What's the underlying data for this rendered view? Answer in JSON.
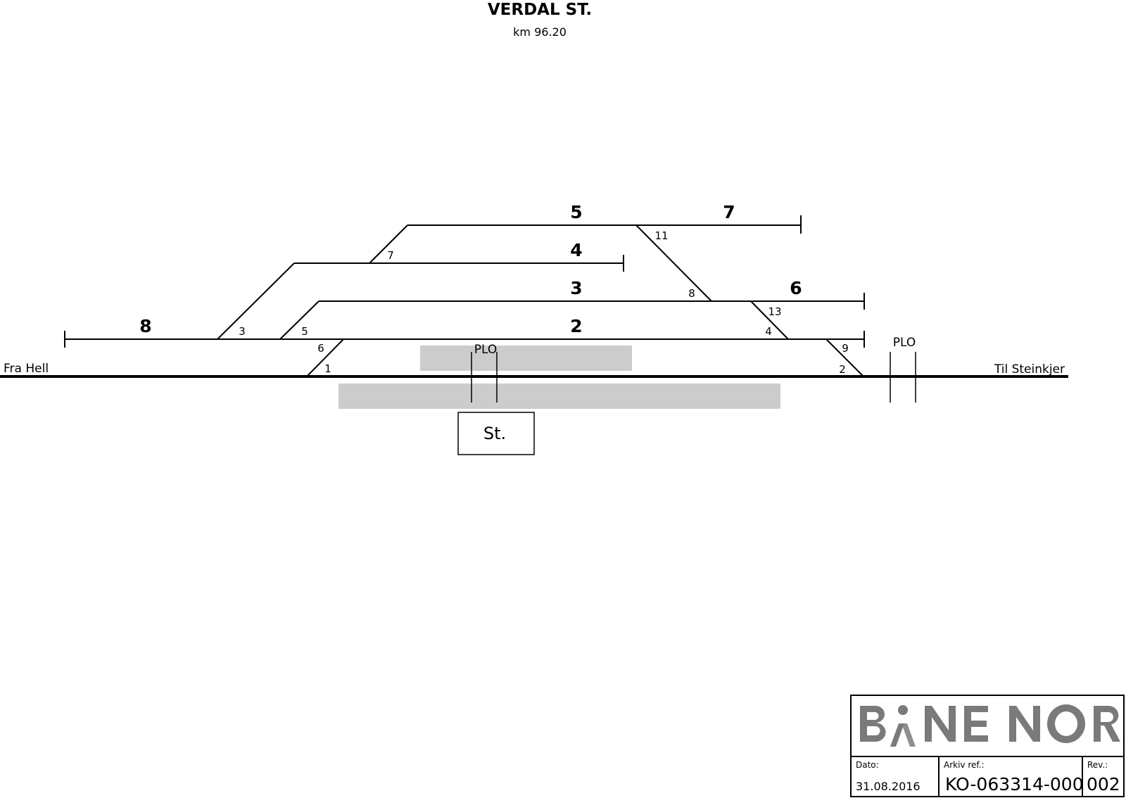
{
  "header": {
    "title": "VERDAL ST.",
    "km": "km 96.20"
  },
  "directions": {
    "left": "Fra Hell",
    "right": "Til Steinkjer"
  },
  "tracks": {
    "t2": "2",
    "t3": "3",
    "t4": "4",
    "t5": "5",
    "t6": "6",
    "t7": "7",
    "t8": "8"
  },
  "switches": {
    "s1": "1",
    "s2": "2",
    "s3": "3",
    "s4": "4",
    "s5": "5",
    "s6": "6",
    "s7": "7",
    "s8": "8",
    "s9": "9",
    "s11": "11",
    "s13": "13"
  },
  "crossings": {
    "plo_left": "PLO",
    "plo_right": "PLO"
  },
  "station_building": "St.",
  "title_block": {
    "logo_text": "BANE NOR",
    "date_label": "Dato:",
    "date_value": "31.08.2016",
    "archive_label": "Arkiv ref.:",
    "archive_value": "KO-063314-000",
    "rev_label": "Rev.:",
    "rev_value": "002",
    "logo_color": "#7a7a7a"
  },
  "colors": {
    "line": "#000000",
    "platform": "#cccccc"
  }
}
